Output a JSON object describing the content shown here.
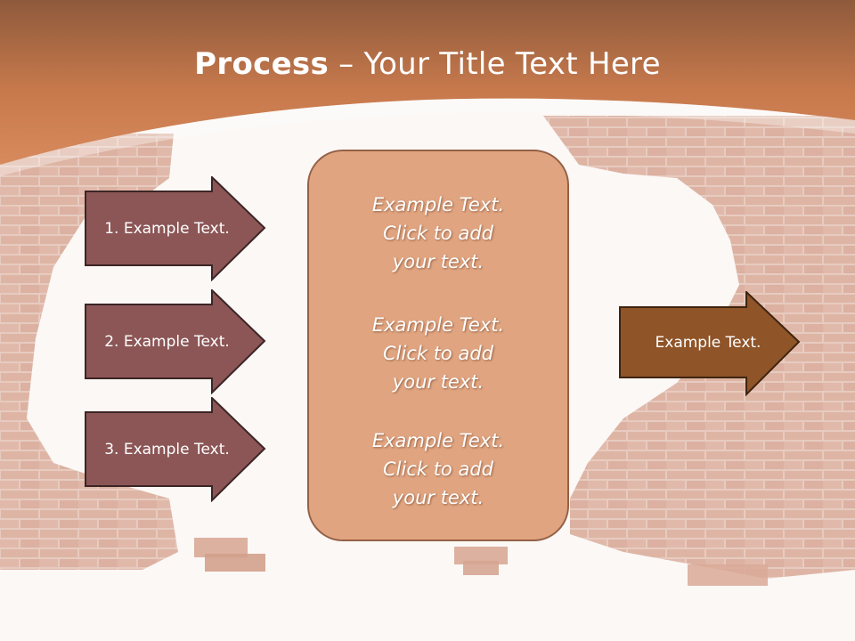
{
  "title": {
    "bold": "Process",
    "rest": " – Your Title Text Here"
  },
  "left_arrows": [
    {
      "label": "1. Example Text."
    },
    {
      "label": "2. Example Text."
    },
    {
      "label": "3. Example Text."
    }
  ],
  "center_box": {
    "paragraphs": [
      "Example Text.\nClick  to add\nyour text.",
      "Example Text.\nClick  to add\nyour text.",
      "Example Text.\nClick  to add\nyour text."
    ]
  },
  "right_arrow": {
    "label": "Example Text."
  },
  "colors": {
    "header": "#cf8558",
    "left_arrow_fill": "#8c5656",
    "right_arrow_fill": "#8f5428",
    "box_fill": "#e0a580"
  }
}
